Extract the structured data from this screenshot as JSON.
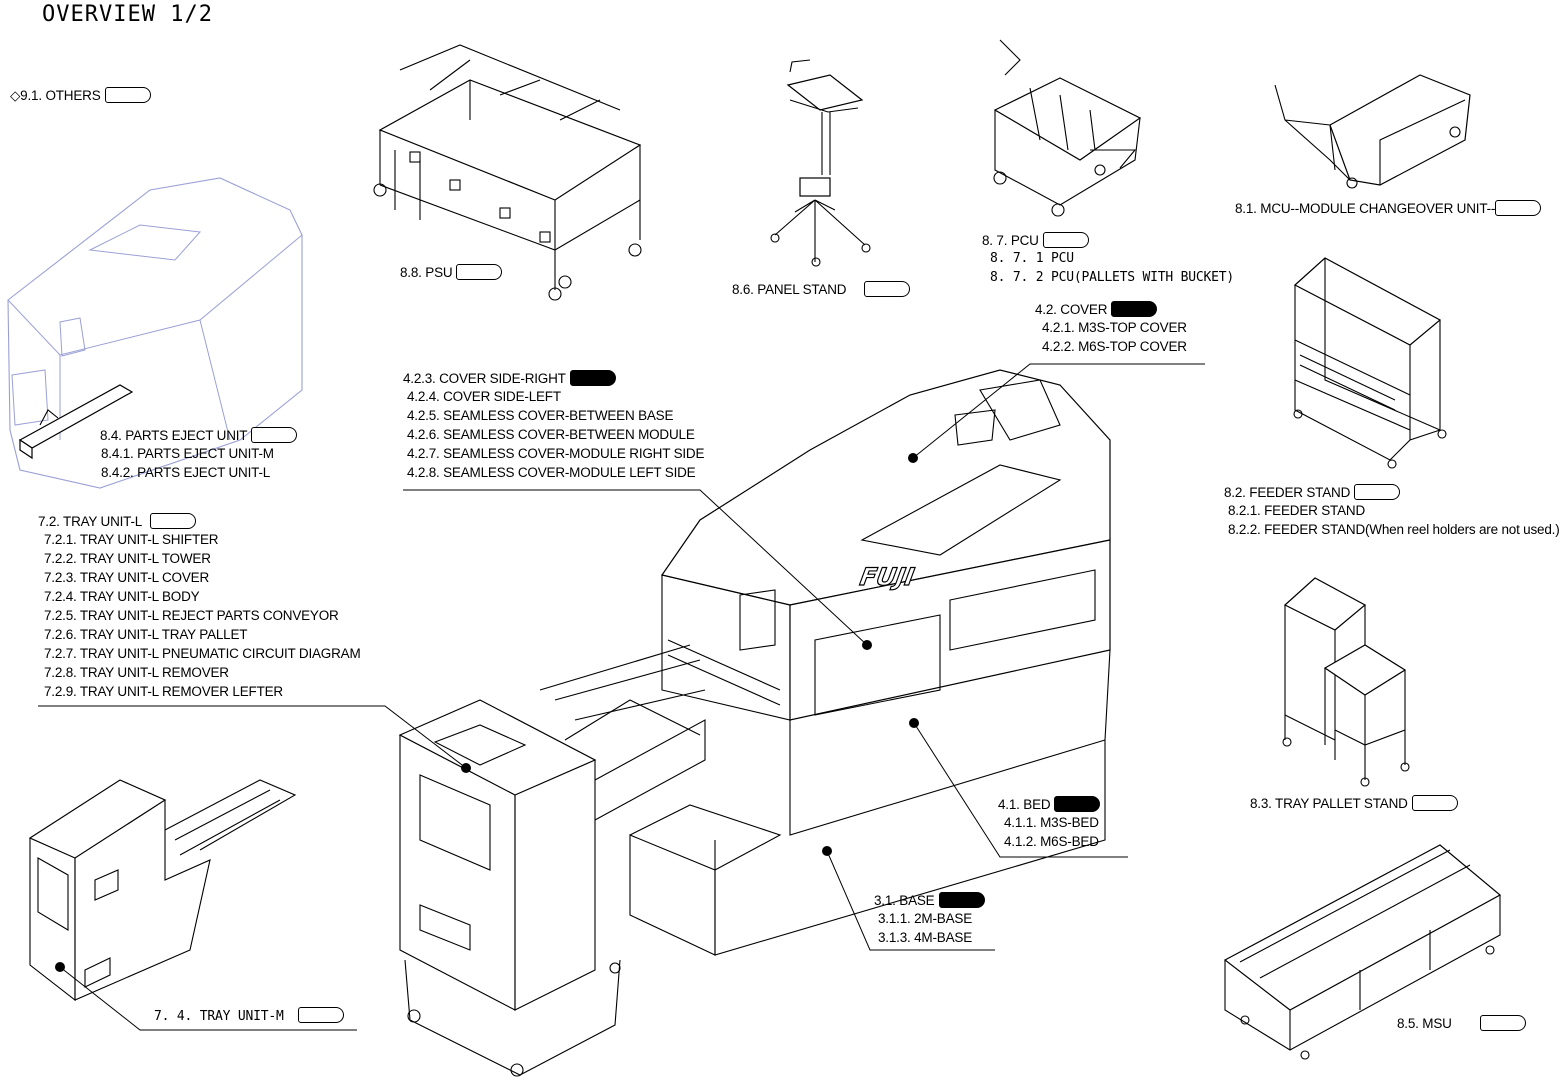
{
  "title": "OVERVIEW 1/2",
  "groups": {
    "others": {
      "head": "◇9.1. OTHERS"
    },
    "psu": {
      "head": "8.8. PSU"
    },
    "panel_stand": {
      "head": "8.6. PANEL STAND"
    },
    "pcu": {
      "head": "8. 7. PCU",
      "items": [
        "8. 7. 1 PCU",
        "8. 7. 2 PCU(PALLETS WITH BUCKET)"
      ]
    },
    "mcu": {
      "head": "8.1. MCU--MODULE CHANGEOVER UNIT--"
    },
    "cover": {
      "head": "4.2. COVER",
      "items": [
        "4.2.1. M3S-TOP COVER",
        "4.2.2. M6S-TOP COVER"
      ]
    },
    "cover_side": {
      "head": "4.2.3. COVER SIDE-RIGHT",
      "items": [
        "4.2.4. COVER SIDE-LEFT",
        "4.2.5. SEAMLESS COVER-BETWEEN BASE",
        "4.2.6. SEAMLESS COVER-BETWEEN MODULE",
        "4.2.7. SEAMLESS COVER-MODULE RIGHT SIDE",
        "4.2.8. SEAMLESS COVER-MODULE LEFT SIDE"
      ]
    },
    "parts_eject": {
      "head": "8.4. PARTS EJECT UNIT",
      "items": [
        "8.4.1. PARTS EJECT UNIT-M",
        "8.4.2. PARTS EJECT UNIT-L"
      ]
    },
    "feeder_stand": {
      "head": "8.2. FEEDER STAND",
      "items": [
        "8.2.1. FEEDER STAND",
        "8.2.2. FEEDER STAND(When reel holders are not used.)"
      ]
    },
    "tray_unit_l": {
      "head": "7.2. TRAY UNIT-L",
      "items": [
        "7.2.1. TRAY UNIT-L SHIFTER",
        "7.2.2. TRAY UNIT-L TOWER",
        "7.2.3. TRAY UNIT-L COVER",
        "7.2.4. TRAY UNIT-L BODY",
        "7.2.5. TRAY UNIT-L REJECT PARTS CONVEYOR",
        "7.2.6. TRAY UNIT-L TRAY PALLET",
        "7.2.7. TRAY UNIT-L PNEUMATIC CIRCUIT DIAGRAM",
        "7.2.8. TRAY UNIT-L REMOVER",
        "7.2.9. TRAY UNIT-L REMOVER LEFTER"
      ]
    },
    "tray_pallet_stand": {
      "head": "8.3. TRAY PALLET STAND"
    },
    "bed": {
      "head": "4.1. BED",
      "items": [
        "4.1.1. M3S-BED",
        "4.1.2. M6S-BED"
      ]
    },
    "base": {
      "head": "3.1. BASE",
      "items": [
        "3.1.1. 2M-BASE",
        "3.1.3. 4M-BASE"
      ]
    },
    "tray_unit_m": {
      "head": "7. 4.  TRAY UNIT-M"
    },
    "msu": {
      "head": "8.5. MSU"
    }
  },
  "brand": "FUJI"
}
